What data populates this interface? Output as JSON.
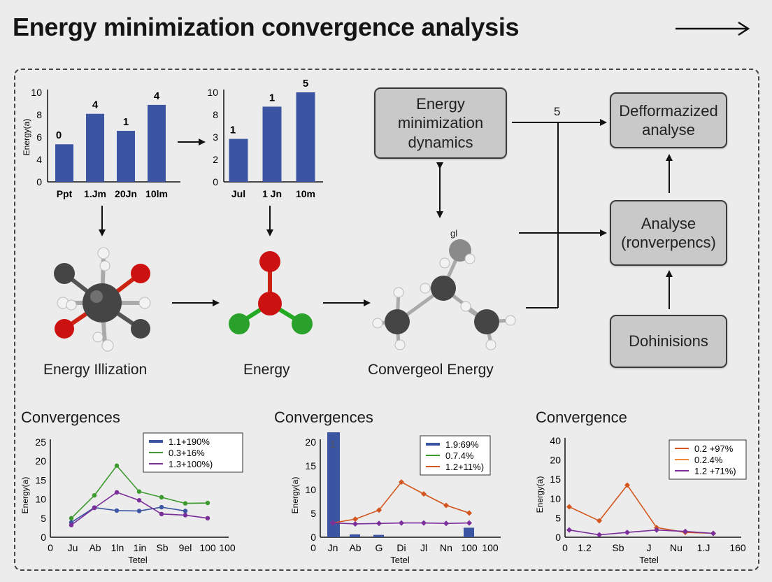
{
  "page": {
    "title": "Energy minimization convergence analysis",
    "small_label_5": "5"
  },
  "flow_nodes": {
    "dynamics": "Energy minimization dynamics",
    "deformalized": "Defformazized analyse",
    "analyse": "Analyse (ronverpencs)",
    "dohinisions": "Dohinisions"
  },
  "molecules": {
    "m1_label": "Energy Illization",
    "m2_label": "Energy",
    "m3_label": "Convergeol Energy",
    "m3_tag": "gl"
  },
  "colors": {
    "bar": "#3b55a3",
    "series_blue": "#3b55a3",
    "series_green": "#3d9a2f",
    "series_purple": "#7a2f9a",
    "series_orange": "#d2561e",
    "series_lightorange": "#ee8a3a",
    "atom_dark": "#454545",
    "atom_red": "#cc1111",
    "atom_green": "#2aa12a",
    "atom_white": "#f2f2f2"
  },
  "chart_data": [
    {
      "type": "bar",
      "ylabel": "Energy(a)",
      "ylim": [
        0,
        10
      ],
      "yticks": [
        "0",
        "4",
        "6",
        "8",
        "10"
      ],
      "categories": [
        "Ppt",
        "1.Jm",
        "20Jn",
        "10lm"
      ],
      "values": [
        4.2,
        7.6,
        5.7,
        8.6
      ],
      "data_labels": [
        "0",
        "4",
        "1",
        "4"
      ]
    },
    {
      "type": "bar",
      "ylim": [
        0,
        10
      ],
      "yticks": [
        "0",
        "2",
        "3",
        "8",
        "10"
      ],
      "categories": [
        "Jul",
        "1 Jn",
        "10m"
      ],
      "values": [
        4.8,
        8.4,
        10
      ],
      "data_labels": [
        "1",
        "1",
        "5"
      ]
    },
    {
      "type": "line",
      "title": "Convergences",
      "xlabel": "Tetel",
      "ylabel": "Energy(a)",
      "ylim": [
        0,
        25
      ],
      "yticks": [
        "0",
        "5",
        "10",
        "15",
        "20",
        "25"
      ],
      "xticks": [
        "0",
        "Ju",
        "Ab",
        "1ln",
        "1in",
        "Sb",
        "9el",
        "100",
        "100"
      ],
      "series": [
        {
          "name": "1.1+190%",
          "color": "series_blue",
          "values": [
            3.9,
            7.8,
            7.0,
            6.9,
            7.9,
            6.9,
            null
          ]
        },
        {
          "name": "0.3+16%",
          "color": "series_green",
          "values": [
            5.0,
            11.0,
            18.8,
            12.0,
            10.5,
            8.9,
            9.0
          ]
        },
        {
          "name": "1.3+100%)",
          "color": "series_purple",
          "values": [
            3.2,
            7.7,
            11.8,
            9.7,
            6.1,
            5.8,
            5.0
          ]
        }
      ]
    },
    {
      "type": "bar",
      "title": "Convergences",
      "xlabel": "Tetel",
      "ylabel": "Energy(a)",
      "ylim": [
        0,
        20
      ],
      "yticks": [
        "0",
        "5",
        "10",
        "15",
        "20"
      ],
      "xticks": [
        "0",
        "Jn",
        "Ab",
        "G",
        "Di",
        "Jl",
        "Nn",
        "100",
        "100"
      ],
      "bar_label": "1",
      "series": [
        {
          "name": "1.9:69%",
          "color": "series_blue",
          "values": [
            27.5,
            0.6,
            0.5,
            0,
            0,
            0,
            2.0
          ]
        },
        {
          "name": "0.7.4%",
          "color": "series_green",
          "values": []
        },
        {
          "name": "1.2+11%)",
          "color": "series_orange",
          "values": [
            3.0,
            3.8,
            5.7,
            11.6,
            9.1,
            6.7,
            5.1
          ]
        },
        {
          "name": "",
          "color": "series_purple",
          "values": [
            3.0,
            2.8,
            2.9,
            3.0,
            3.0,
            2.9,
            3.0
          ]
        }
      ]
    },
    {
      "type": "line",
      "title": "Convergence",
      "xlabel": "Tetel",
      "ylabel": "Energy(a)",
      "ylim": [
        0,
        40
      ],
      "yticks": [
        "0",
        "5",
        "10",
        "15",
        "20",
        "40"
      ],
      "xticks": [
        "0",
        "1.2",
        "Sb",
        "J",
        "Nu",
        "1.J",
        "160"
      ],
      "series": [
        {
          "name": "0.2 +97%",
          "color": "series_orange",
          "values": [
            6.3,
            3.4,
            10.8,
            2.0,
            1.0,
            0.8
          ]
        },
        {
          "name": "0.2.4%",
          "color": "series_lightorange",
          "values": []
        },
        {
          "name": "1.2 +71%)",
          "color": "series_purple",
          "values": [
            1.5,
            0.5,
            1.0,
            1.5,
            1.2,
            0.8
          ]
        }
      ]
    }
  ]
}
